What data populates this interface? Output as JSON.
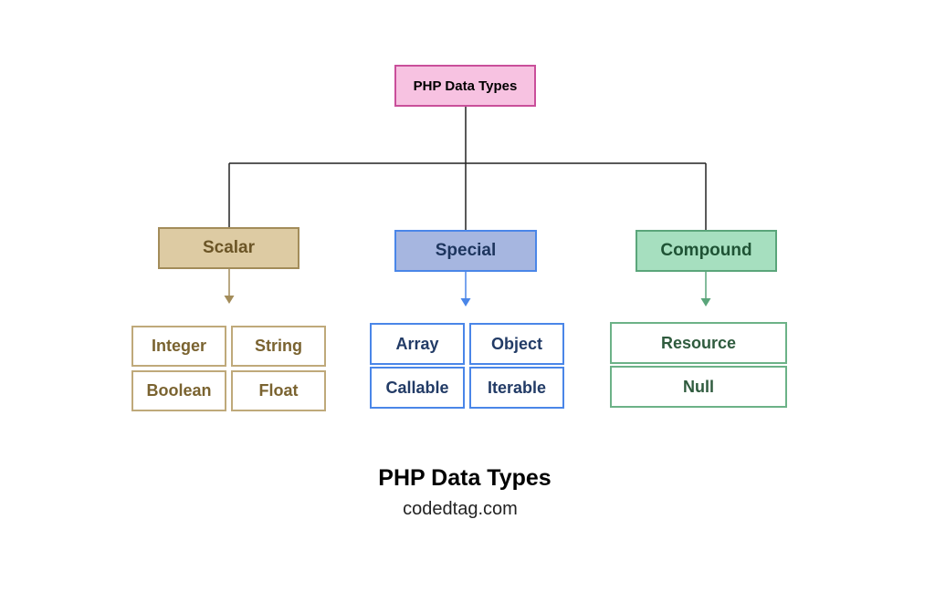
{
  "root": {
    "label": "PHP Data Types"
  },
  "categories": {
    "scalar": {
      "label": "Scalar",
      "items": [
        "Integer",
        "String",
        "Boolean",
        "Float"
      ]
    },
    "special": {
      "label": "Special",
      "items": [
        "Array",
        "Object",
        "Callable",
        "Iterable"
      ]
    },
    "compound": {
      "label": "Compound",
      "items": [
        "Resource",
        "Null"
      ]
    }
  },
  "caption": {
    "title": "PHP Data Types",
    "subtitle": "codedtag.com"
  },
  "colors": {
    "root_fill": "#f7c2e1",
    "scalar": "#a38c5a",
    "special": "#4a86e8",
    "compound": "#5aa57a",
    "connector": "#222222"
  }
}
